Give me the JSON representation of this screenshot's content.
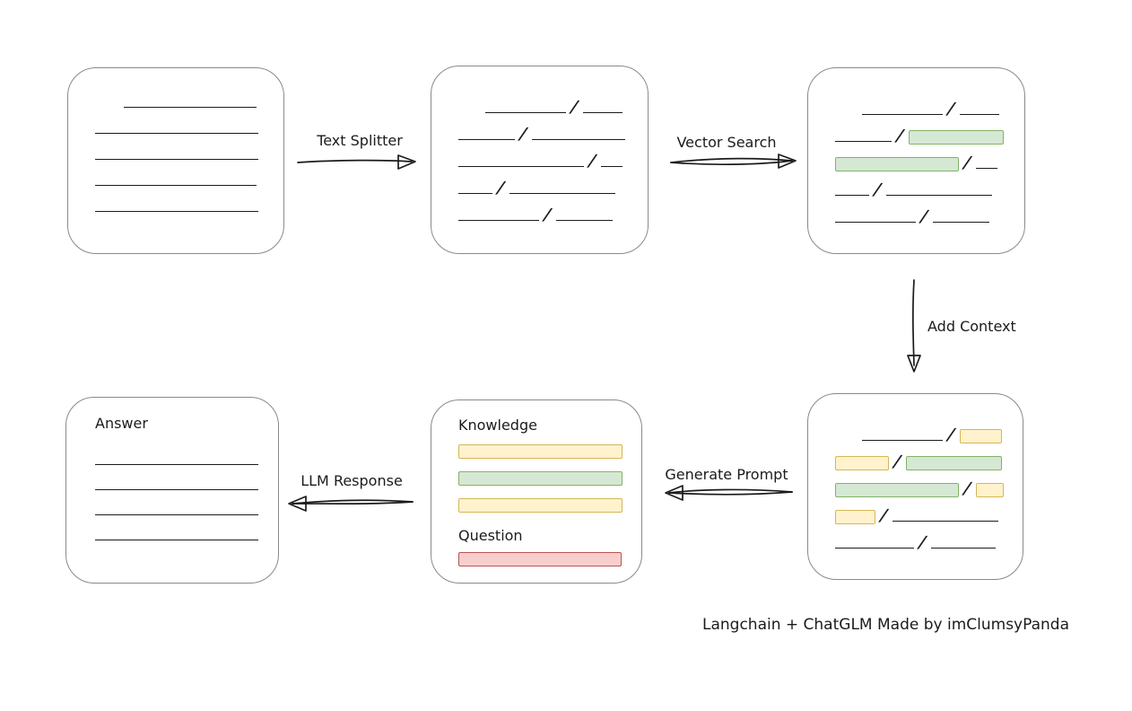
{
  "caption": "Langchain + ChatGLM Made by imClumsyPanda",
  "colors": {
    "ink": "#1b1b1b",
    "box_border": "#8a8a8a",
    "green_fill": "#d5e8d4",
    "green_stroke": "#82b366",
    "yellow_fill": "#fff2cc",
    "yellow_stroke": "#d6b656",
    "red_fill": "#f8cecc",
    "red_stroke": "#b85450"
  },
  "arrows": {
    "text_splitter": {
      "label": "Text Splitter",
      "direction": "right"
    },
    "vector_search": {
      "label": "Vector Search",
      "direction": "right"
    },
    "add_context": {
      "label": "Add Context",
      "direction": "down"
    },
    "generate_prompt": {
      "label": "Generate Prompt",
      "direction": "left"
    },
    "llm_response": {
      "label": "LLM Response",
      "direction": "left"
    }
  },
  "boxes": {
    "document": {
      "lines": [
        {
          "w": 148,
          "indent": 32
        },
        {
          "w": 182
        },
        {
          "w": 182
        },
        {
          "w": 180
        },
        {
          "w": 182
        }
      ]
    },
    "split_text": {
      "rows": [
        {
          "indent": 30,
          "segments": [
            {
              "type": "line",
              "w": 90
            },
            {
              "type": "line",
              "w": 44
            }
          ]
        },
        {
          "segments": [
            {
              "type": "line",
              "w": 63
            },
            {
              "type": "line",
              "w": 104
            }
          ]
        },
        {
          "segments": [
            {
              "type": "line",
              "w": 140
            },
            {
              "type": "line",
              "w": 24
            }
          ]
        },
        {
          "segments": [
            {
              "type": "line",
              "w": 38
            },
            {
              "type": "line",
              "w": 118
            }
          ]
        },
        {
          "segments": [
            {
              "type": "line",
              "w": 90
            },
            {
              "type": "line",
              "w": 63
            }
          ]
        }
      ]
    },
    "search_result": {
      "rows": [
        {
          "indent": 30,
          "segments": [
            {
              "type": "line",
              "w": 90
            },
            {
              "type": "line",
              "w": 44
            }
          ]
        },
        {
          "segments": [
            {
              "type": "line",
              "w": 63
            },
            {
              "type": "green",
              "w": 106
            }
          ]
        },
        {
          "segments": [
            {
              "type": "green",
              "w": 138
            },
            {
              "type": "line",
              "w": 24
            }
          ]
        },
        {
          "segments": [
            {
              "type": "line",
              "w": 38
            },
            {
              "type": "line",
              "w": 118
            }
          ]
        },
        {
          "segments": [
            {
              "type": "line",
              "w": 90
            },
            {
              "type": "line",
              "w": 63
            }
          ]
        }
      ]
    },
    "context": {
      "rows": [
        {
          "indent": 30,
          "segments": [
            {
              "type": "line",
              "w": 90
            },
            {
              "type": "yellow",
              "w": 47
            }
          ]
        },
        {
          "segments": [
            {
              "type": "yellow",
              "w": 60
            },
            {
              "type": "green",
              "w": 107
            }
          ]
        },
        {
          "segments": [
            {
              "type": "green",
              "w": 138
            },
            {
              "type": "yellow",
              "w": 31
            }
          ]
        },
        {
          "segments": [
            {
              "type": "yellow",
              "w": 45
            },
            {
              "type": "line",
              "w": 118
            }
          ]
        },
        {
          "segments": [
            {
              "type": "line",
              "w": 88
            },
            {
              "type": "line",
              "w": 72
            }
          ]
        }
      ]
    },
    "prompt": {
      "knowledge_label": "Knowledge",
      "question_label": "Question",
      "knowledge_bars": [
        {
          "type": "yellow",
          "w": 183
        },
        {
          "type": "green",
          "w": 183
        },
        {
          "type": "yellow",
          "w": 183
        }
      ],
      "question_bars": [
        {
          "type": "red",
          "w": 182
        }
      ]
    },
    "answer": {
      "label": "Answer",
      "lines": [
        {
          "w": 182
        },
        {
          "w": 182
        },
        {
          "w": 182
        },
        {
          "w": 182
        }
      ]
    }
  }
}
